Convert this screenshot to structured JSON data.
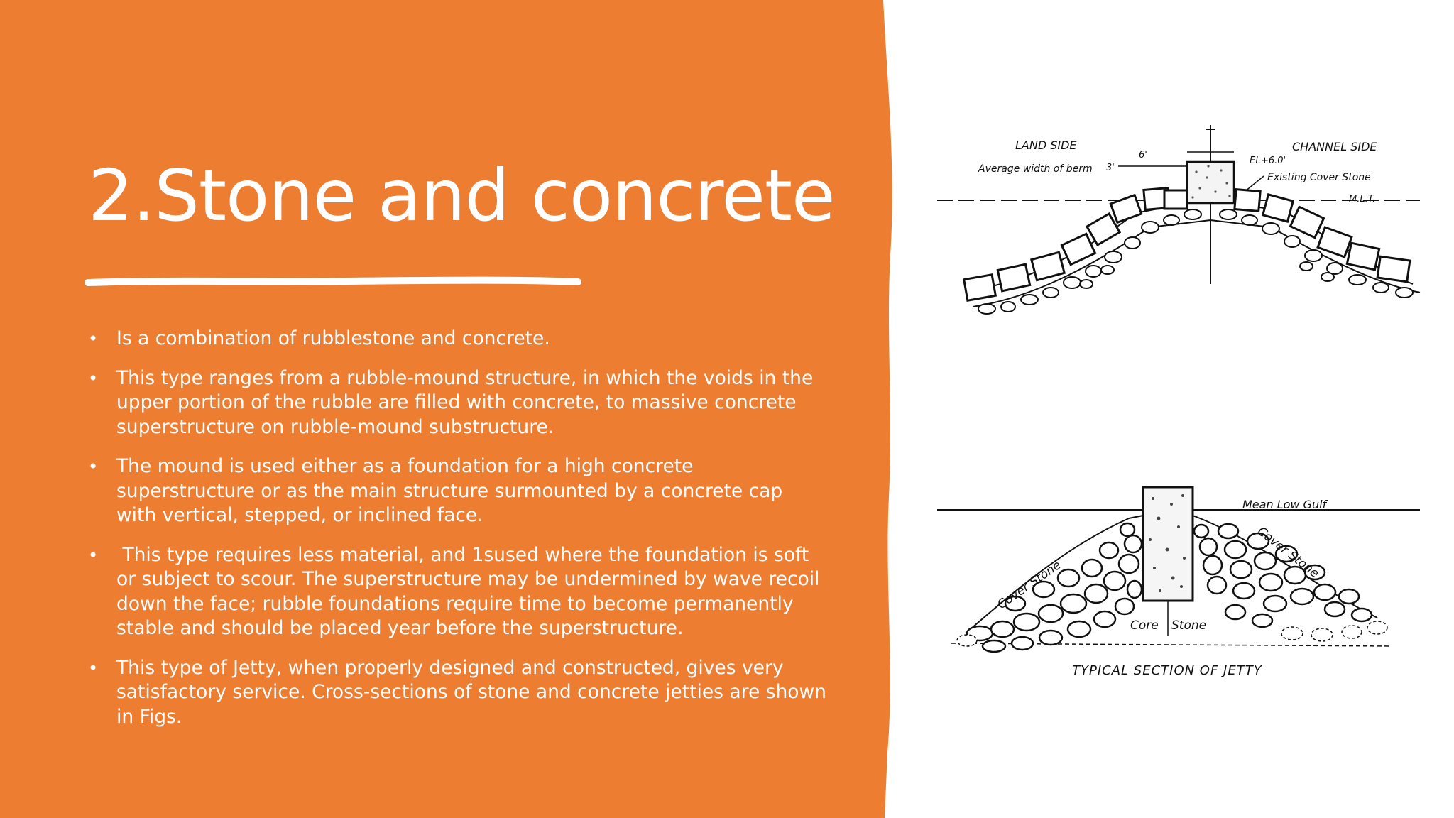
{
  "slide": {
    "title": "2.Stone and concrete",
    "background_color": "#ED7D31",
    "text_color": "#FFFFFF",
    "bullets": [
      "Is a combination of rubblestone and concrete.",
      "This type ranges from a rubble-mound structure, in which the voids in the upper portion of the rubble are filled with concrete, to massive concrete superstructure on rubble-mound substructure.",
      "The mound is used either as a foundation for a high concrete superstructure or as the main structure surmounted by a concrete cap with vertical, stepped, or inclined face.",
      " This type requires less material, and 1sused where the foundation is soft or subject to scour. The superstructure may be undermined by wave recoil down the face; rubble foundations require time to become permanently stable and should be placed year before the superstructure.",
      "This type of Jetty, when properly designed and constructed, gives very satisfactory service. Cross-sections of stone and concrete jetties are shown in Figs."
    ]
  },
  "figure_top": {
    "land_side": "LAND SIDE",
    "channel_side": "CHANNEL SIDE",
    "berm_label": "Average width of berm",
    "berm_dim": "3'",
    "width_dim": "6'",
    "elevation": "El.+6.0'",
    "cover_stone": "Existing Cover Stone",
    "mlt": "M.L.T."
  },
  "figure_bottom": {
    "water_label": "Mean Low Gulf",
    "cover_stone_left": "Cover Stone",
    "cover_stone_right": "Cover Stone",
    "core_label": "Core",
    "stone_label": "Stone",
    "caption": "TYPICAL SECTION OF JETTY"
  }
}
